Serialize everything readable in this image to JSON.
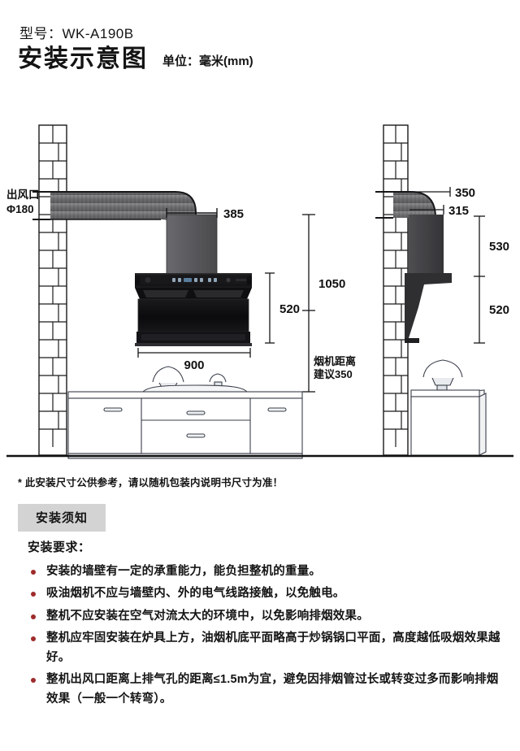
{
  "header": {
    "model_label": "型号：WK-A190B",
    "title": "安装示意图",
    "unit_note": "单位：毫米(mm)"
  },
  "diagram": {
    "front_view": {
      "outlet_label_line1": "出风口",
      "outlet_label_line2": "Φ180",
      "dim_chimney_width": "385",
      "dim_hood_width": "900",
      "dim_hood_height": "520",
      "dim_total_height": "1050",
      "dim_distance_note_line1": "烟机距离",
      "dim_distance_note_line2": "建议350"
    },
    "side_view": {
      "dim_depth_upper": "350",
      "dim_depth_lower": "315",
      "dim_upper_height": "530",
      "dim_lower_height": "520"
    }
  },
  "footnote": "* 此安装尺寸公供参考，请以随机包装内说明书尺寸为准！",
  "notice": {
    "badge": "安装须知",
    "requirements_heading": "安装要求：",
    "bullets": [
      "安装的墙壁有一定的承重能力，能负担整机的重量。",
      "吸油烟机不应与墙壁内、外的电气线路接触，以免触电。",
      "整机不应安装在空气对流太大的环境中，以免影响排烟效果。",
      "整机应牢固安装在炉具上方，油烟机底平面略高于炒锅锅口平面，高度越低吸烟效果越好。",
      "整机出风口距离上排气孔的距离≤1.5m为宜，避免因排烟管过长或转变过多而影响排烟效果（一般一个转弯）。"
    ]
  },
  "colors": {
    "bullet": "#9e2b2b",
    "badge_bg": "#d3d3d3",
    "hood_dark": "#1b1b1d",
    "duct_gray": "#6f6f71",
    "line": "#1a1a1a"
  }
}
